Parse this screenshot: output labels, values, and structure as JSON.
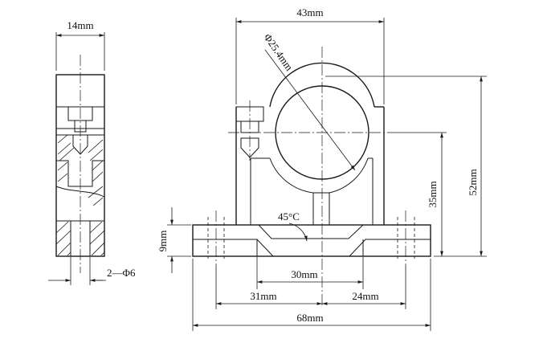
{
  "labels": {
    "side_width": "14mm",
    "hole_note": "2—Φ6",
    "top_width": "43mm",
    "bore_dia": "Φ25.4mm",
    "total_height": "52mm",
    "center_height": "35mm",
    "base_height": "9mm",
    "angle": "45°C",
    "slot_width": "30mm",
    "left_offset": "31mm",
    "right_offset": "24mm",
    "base_width": "68mm"
  }
}
